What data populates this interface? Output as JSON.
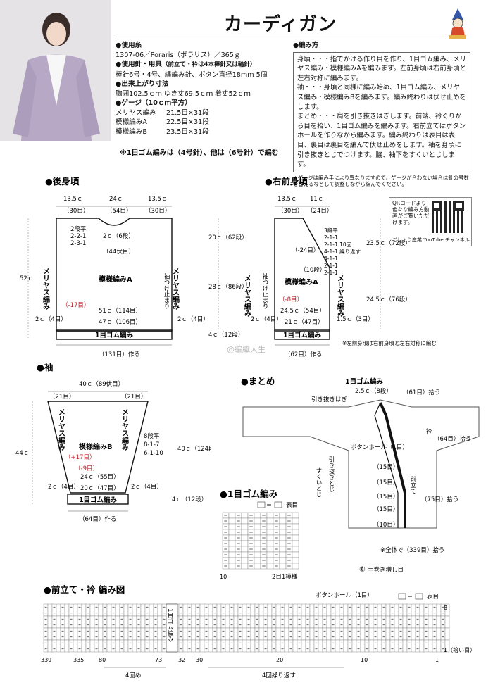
{
  "title": "カーディガン",
  "spec": {
    "yarn_h": "●使用糸",
    "yarn": "1307-06／Poraris（ポラリス）／365ｇ",
    "tools_h": "●使用針・用具",
    "tools_sub": "（前立て・衿は4本棒針又は輪針）",
    "tools": "棒針6号・4号、縄編み針、ボタン直径18mm 5個",
    "size_h": "●出来上がり寸法",
    "size": "胸囲102.5ｃｍ ゆき丈69.5ｃｍ 着丈52ｃｍ",
    "gauge_h": "●ゲージ（10ｃｍ平方）",
    "gauge": [
      {
        "name": "メリヤス編み",
        "val": "21.5目×31段"
      },
      {
        "name": "模様編みA",
        "val": "22.5目×31段"
      },
      {
        "name": "模様編みB",
        "val": "23.5目×31段"
      }
    ],
    "note": "※1目ゴム編みは（4号針）、他は（6号針）で編む"
  },
  "method": {
    "h": "●編み方",
    "body": "身頃・・・指でかける作り目を作り、1目ゴム編み、メリヤス編み・模様編みAを編みます。左前身頃は右前身頃と左右対称に編みます。",
    "sleeve": "袖・・・身頃と同様に編み始め、1目ゴム編み、メリヤス編み・模様編みBを編みます。編み終わりは伏せ止めをします。",
    "finish": "まとめ・・・肩を引き抜きはぎします。前端、衿ぐりから目を拾い、1目ゴム編みを編みます。右前立てはボタンホールを作りながら編みます。編み終わりは表目は表目、裏目は裏目を編んで伏せ止めをします。袖を身頃に引き抜きとじでつけます。脇、袖下をすくいとじします。",
    "gauge_note": "★ゲージは編み手により異なりますので、ゲージが合わない場合は針の号数を替えるなどして調整しながら編んでください。"
  },
  "qr": {
    "text": "QRコードより色々な編み方動画がご覧いただけます。",
    "caption": "ごしょう産業 YouTube チャンネル"
  },
  "back": {
    "title": "●後身頃",
    "top": [
      "13.5ｃ",
      "24ｃ",
      "13.5ｃ"
    ],
    "top2": [
      "（30目）",
      "（54目）",
      "（30目）"
    ],
    "neck": "2ｃ（6段）",
    "bind": "（44伏目）",
    "dec": [
      "2段平",
      "2-2-1",
      "2-3-1"
    ],
    "pattern": "模様編みA",
    "side": "メリヤス編み",
    "sleeve_mark": "袖つけ止まり",
    "height": "52ｃ",
    "armhole": "20ｃ（62段）",
    "mid": "28ｃ（86段）",
    "rib_h": "4ｃ（12段）",
    "dec17": "（-17目）",
    "w51": "51ｃ（114目）",
    "w47": "47ｃ（106目）",
    "rib": "1目ゴム編み",
    "side_w": "2ｃ（4目）",
    "cast": "（131目）作る"
  },
  "front": {
    "title": "●右前身頃",
    "top": [
      "13.5ｃ",
      "11ｃ"
    ],
    "top2": [
      "（30目）",
      "（24目）"
    ],
    "dec": [
      "3段平",
      "2-1-1",
      "2-1-1 10回",
      "4-1-1 繰り返す",
      "4-1-1",
      "2-1-1",
      "2-1-1"
    ],
    "minus24": "（-24目）",
    "ten": "（10段）",
    "pattern": "模様編みA",
    "h1": "23.5ｃ（72段）",
    "h2": "24.5ｃ（76段）",
    "dec8": "（-8目）",
    "w245": "24.5ｃ（54目）",
    "w21": "21ｃ（47目）",
    "edge": "1.5ｃ（3目）",
    "cast": "（62目）作る",
    "note": "※左前身頃は右前身頃と左右対称に編む"
  },
  "sleeve": {
    "title": "●袖",
    "top": "40ｃ（89伏目）",
    "side_top": "（21目）",
    "dec": [
      "8段平",
      "8-1-7",
      "6-1-10"
    ],
    "pattern": "模様編みB",
    "plus17": "（+17目）",
    "minus9": "（-9目）",
    "w24": "24ｃ（55目）",
    "w20": "20ｃ（47目）",
    "height": "44ｃ",
    "h40": "40ｃ（124段）",
    "rib_h": "4ｃ（12段）",
    "cast": "（64目）作る"
  },
  "finish": {
    "title": "●まとめ",
    "rib": "1目ゴム編み",
    "w": "2.5ｃ（8段）",
    "hiki": "引き抜きはぎ",
    "pick61": "（61目）拾う",
    "collar": "衿",
    "pick64": "（64目）拾う",
    "hole": "ボタンホール（1目）",
    "hikitoji": "引き抜きとじ",
    "sukui": "すくいとじ",
    "fifteen": [
      "（15目）",
      "（15目）",
      "（15目）",
      "（15目）"
    ],
    "front_band": "前立て",
    "pick75": "（75目）拾う",
    "ten": "（10目）",
    "total": "※全体で（339目）拾う",
    "increase": "＝巻き増し目"
  },
  "rib_chart": {
    "title": "●1目ゴム編み",
    "legend": "表目",
    "x": "10",
    "repeat": "2目1模様"
  },
  "front_chart": {
    "title": "●前立て・衿 編み図",
    "hole": "ボタンホール（1目）",
    "legend": "表目",
    "rib": "1目ゴム編み",
    "axis": [
      "339",
      "335",
      "80",
      "73",
      "32",
      "30",
      "20",
      "10",
      "1"
    ],
    "rows": [
      "8",
      "1（拾い目）"
    ],
    "rep4": "4回め",
    "rep4b": "4回繰り返す"
  },
  "watermark": "@編織人生"
}
